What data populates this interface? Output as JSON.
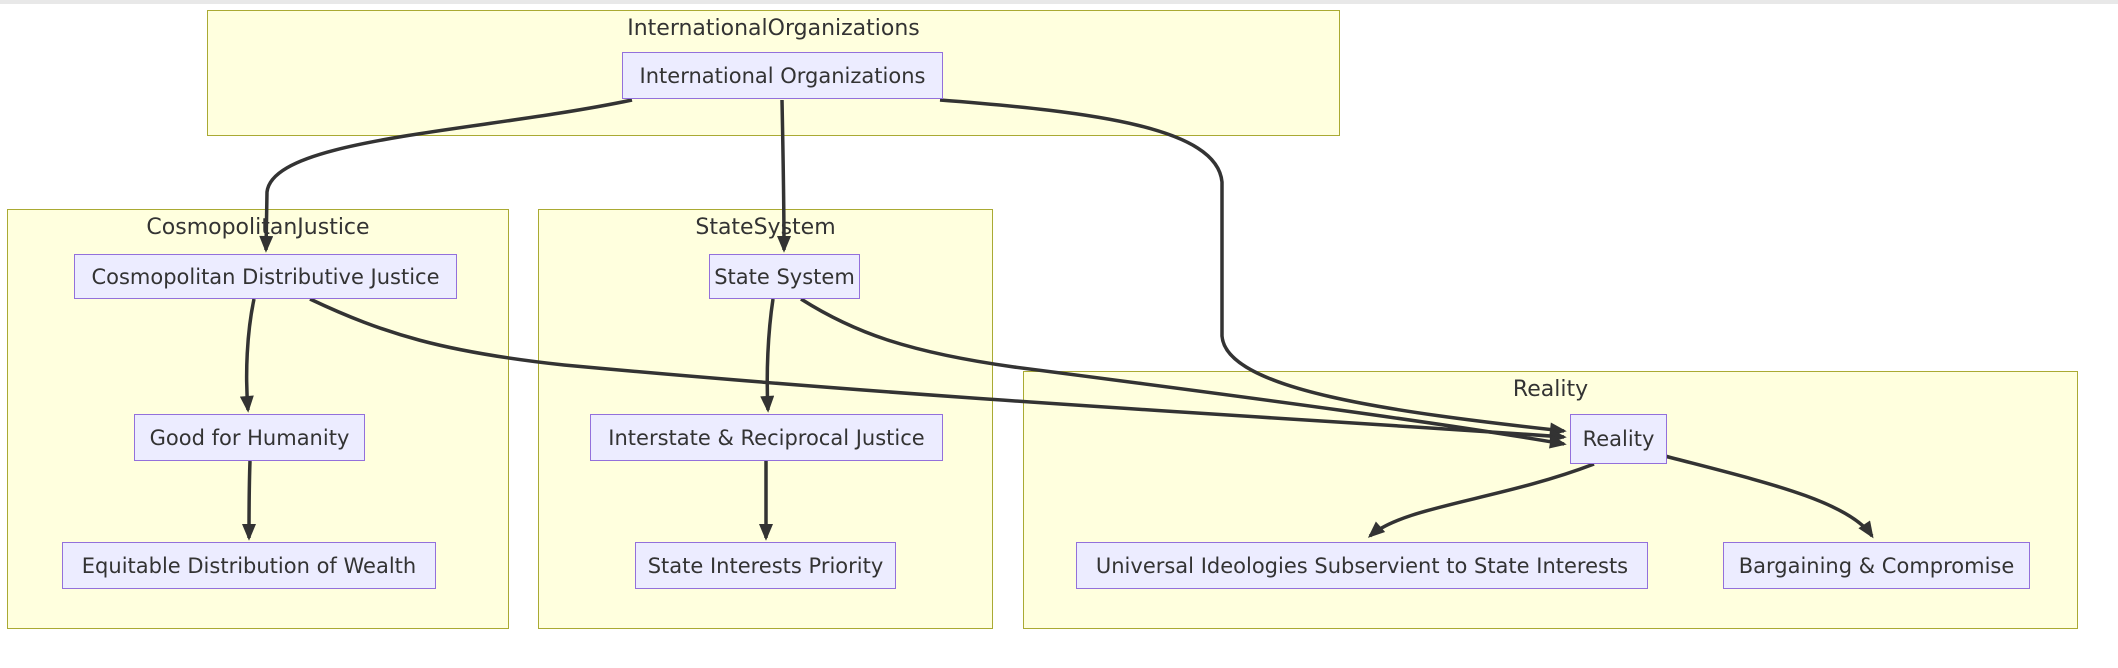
{
  "diagram": {
    "type": "flowchart",
    "colors": {
      "node_fill": "#ececff",
      "node_border": "#9370db",
      "subgraph_fill": "#ffffde",
      "subgraph_border": "#aaaa33",
      "edge_color": "#333333",
      "text_color": "#333333",
      "chrome_strip": "#e8e8e8"
    },
    "subgraphs": [
      {
        "id": "InternationalOrganizations",
        "title": "InternationalOrganizations"
      },
      {
        "id": "CosmopolitanJustice",
        "title": "CosmopolitanJustice"
      },
      {
        "id": "StateSystem",
        "title": "StateSystem"
      },
      {
        "id": "Reality",
        "title": "Reality"
      }
    ],
    "nodes": [
      {
        "id": "io",
        "label": "International Organizations"
      },
      {
        "id": "cdj",
        "label": "Cosmopolitan Distributive Justice"
      },
      {
        "id": "gfh",
        "label": "Good for Humanity"
      },
      {
        "id": "edw",
        "label": "Equitable Distribution of Wealth"
      },
      {
        "id": "ss",
        "label": "State System"
      },
      {
        "id": "irj",
        "label": "Interstate & Reciprocal Justice"
      },
      {
        "id": "sip",
        "label": "State Interests Priority"
      },
      {
        "id": "reality",
        "label": "Reality"
      },
      {
        "id": "uissi",
        "label": "Universal Ideologies Subservient to State Interests"
      },
      {
        "id": "bc",
        "label": "Bargaining & Compromise"
      }
    ],
    "edges": [
      {
        "from": "International Organizations",
        "to": "Cosmopolitan Distributive Justice"
      },
      {
        "from": "International Organizations",
        "to": "State System"
      },
      {
        "from": "International Organizations",
        "to": "Reality"
      },
      {
        "from": "Cosmopolitan Distributive Justice",
        "to": "Good for Humanity"
      },
      {
        "from": "Cosmopolitan Distributive Justice",
        "to": "Reality"
      },
      {
        "from": "Good for Humanity",
        "to": "Equitable Distribution of Wealth"
      },
      {
        "from": "State System",
        "to": "Interstate & Reciprocal Justice"
      },
      {
        "from": "State System",
        "to": "Reality"
      },
      {
        "from": "Interstate & Reciprocal Justice",
        "to": "State Interests Priority"
      },
      {
        "from": "Reality",
        "to": "Universal Ideologies Subservient to State Interests"
      },
      {
        "from": "Reality",
        "to": "Bargaining & Compromise"
      }
    ]
  }
}
